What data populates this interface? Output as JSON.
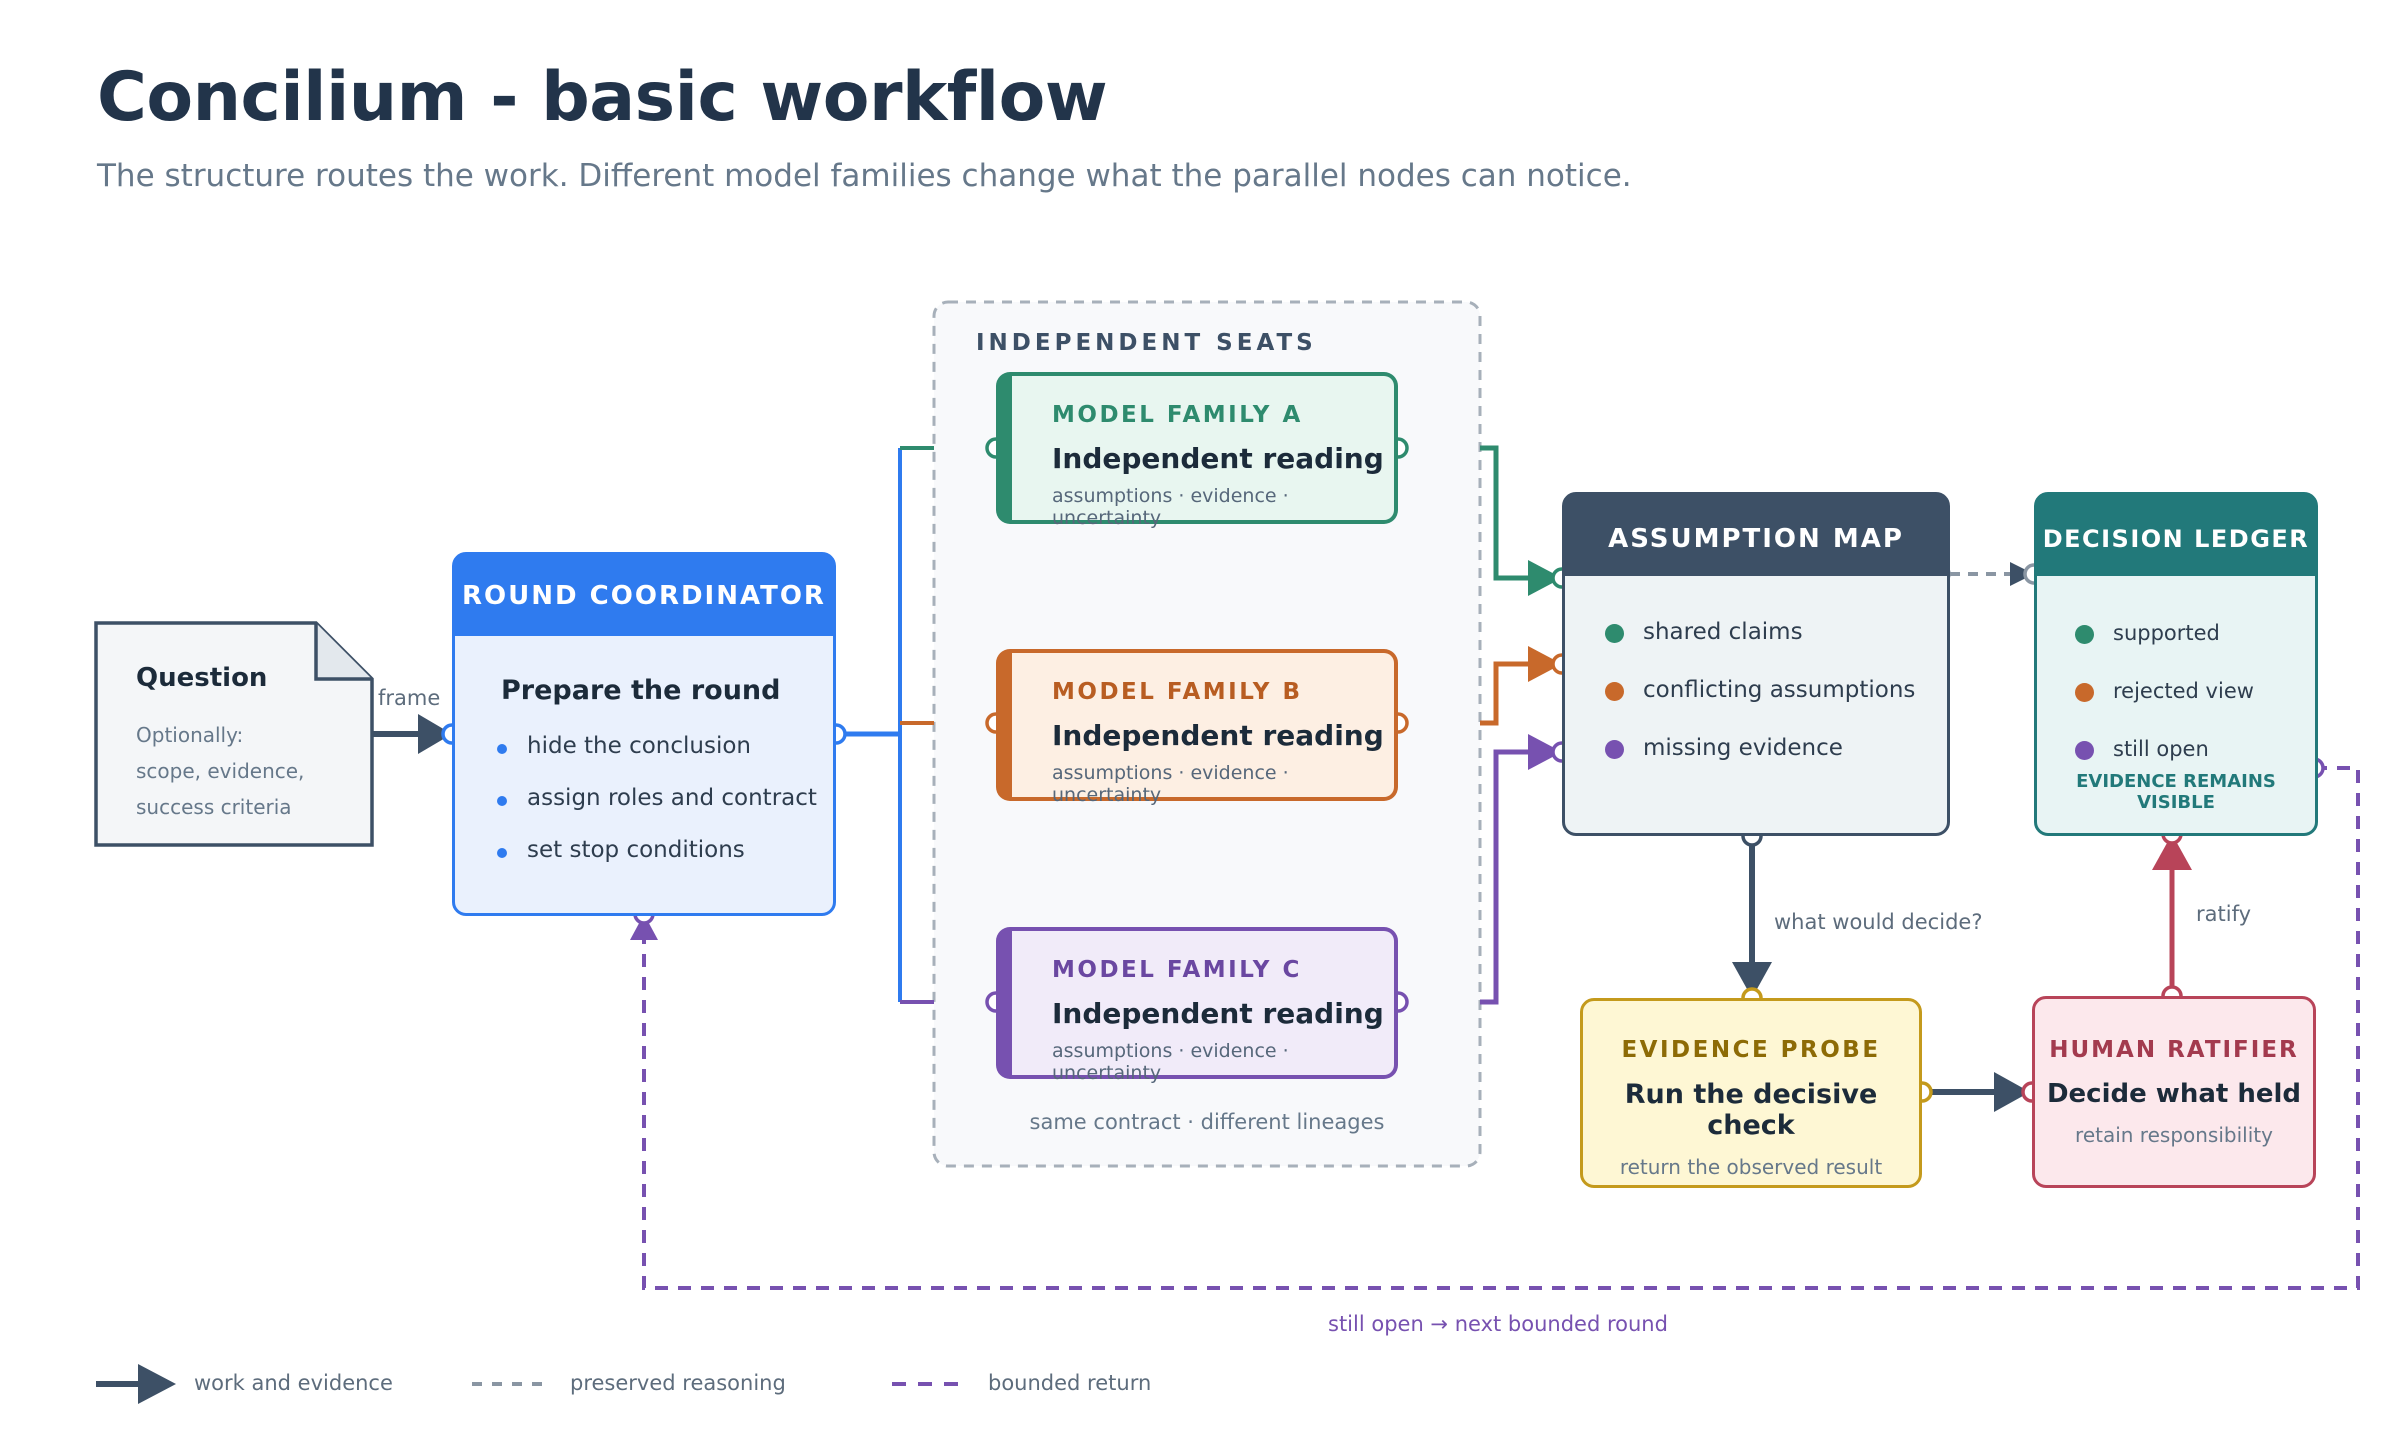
{
  "title": "Concilium - basic workflow",
  "subtitle": "The structure routes the work. Different model families change what the parallel nodes can notice.",
  "question": {
    "title": "Question",
    "lines": [
      "Optionally:",
      "scope, evidence,",
      "success criteria"
    ]
  },
  "edge_frame": "frame",
  "coordinator": {
    "header": "ROUND COORDINATOR",
    "title": "Prepare the round",
    "items": [
      "hide the conclusion",
      "assign roles and contract",
      "set stop conditions"
    ]
  },
  "seats_group": {
    "label": "INDEPENDENT SEATS",
    "footer": "same contract · different lineages"
  },
  "seats": [
    {
      "kicker": "MODEL FAMILY A",
      "title": "Independent reading",
      "detail": "assumptions · evidence · uncertainty",
      "color": "#2e8b6e"
    },
    {
      "kicker": "MODEL FAMILY B",
      "title": "Independent reading",
      "detail": "assumptions · evidence · uncertainty",
      "color": "#c8692b"
    },
    {
      "kicker": "MODEL FAMILY C",
      "title": "Independent reading",
      "detail": "assumptions · evidence · uncertainty",
      "color": "#7751b0"
    }
  ],
  "assumption_map": {
    "header": "ASSUMPTION MAP",
    "items": [
      "shared claims",
      "conflicting assumptions",
      "missing evidence"
    ]
  },
  "decision_ledger": {
    "header": "DECISION LEDGER",
    "items": [
      "supported",
      "rejected view",
      "still open"
    ],
    "footer": "EVIDENCE REMAINS VISIBLE"
  },
  "edge_decide": "what would decide?",
  "evidence_probe": {
    "kicker": "EVIDENCE PROBE",
    "title": "Run the decisive check",
    "detail": "return the observed result"
  },
  "human_ratifier": {
    "kicker": "HUMAN RATIFIER",
    "title": "Decide what held",
    "detail": "retain responsibility"
  },
  "edge_ratify": "ratify",
  "return_label": "still open → next bounded round",
  "legend": [
    "work and evidence",
    "preserved reasoning",
    "bounded return"
  ],
  "colors": {
    "navy": "#3d5066",
    "blue": "#2f7bef",
    "green": "#2e8b6e",
    "orange": "#c8692b",
    "purple": "#7751b0",
    "teal": "#22797a",
    "gold": "#c49a1c",
    "red": "#b84459",
    "gray": "#9aa6b2"
  }
}
